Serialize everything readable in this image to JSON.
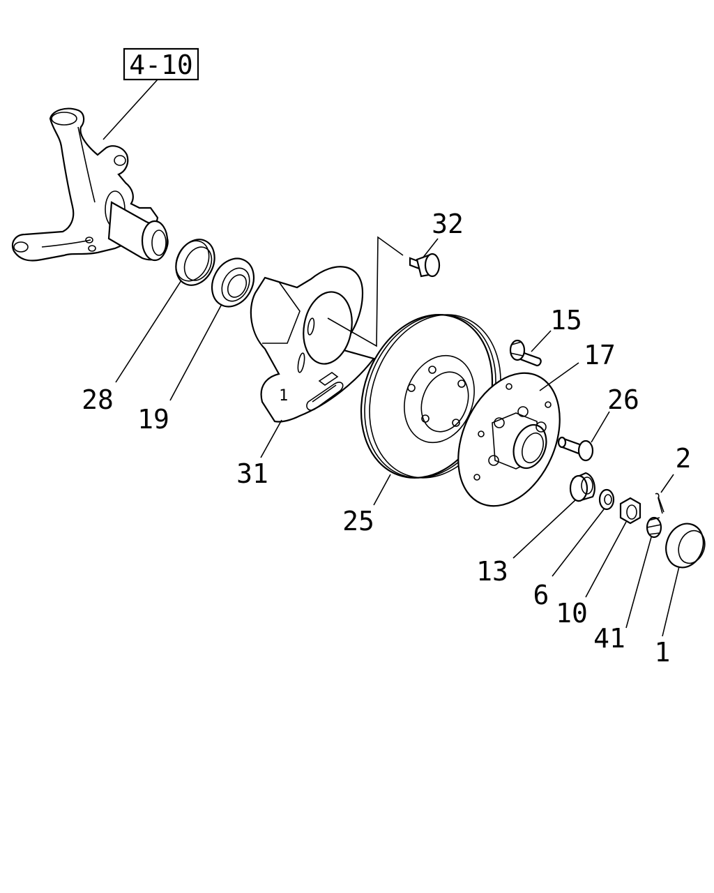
{
  "reference_box": "4-10",
  "callouts": [
    {
      "id": "c32",
      "text": "32"
    },
    {
      "id": "c15",
      "text": "15"
    },
    {
      "id": "c17",
      "text": "17"
    },
    {
      "id": "c26",
      "text": "26"
    },
    {
      "id": "c2",
      "text": "2"
    },
    {
      "id": "c28",
      "text": "28"
    },
    {
      "id": "c19",
      "text": "19"
    },
    {
      "id": "c31",
      "text": "31"
    },
    {
      "id": "c25",
      "text": "25"
    },
    {
      "id": "c13",
      "text": "13"
    },
    {
      "id": "c6",
      "text": "6"
    },
    {
      "id": "c10",
      "text": "10"
    },
    {
      "id": "c41",
      "text": "41"
    },
    {
      "id": "c1",
      "text": "1"
    }
  ],
  "dust_shield_mark": "1"
}
